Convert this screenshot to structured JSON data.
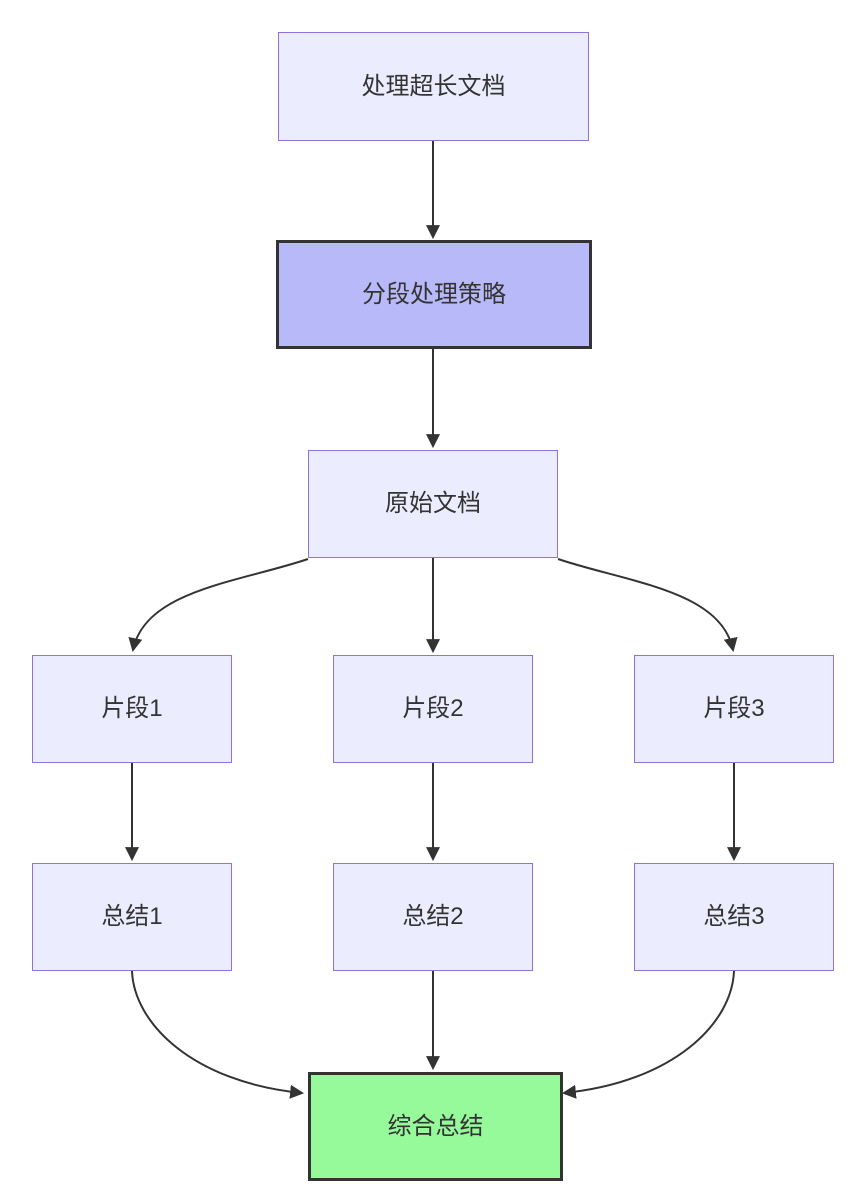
{
  "diagram": {
    "type": "flowchart-top-down",
    "nodes": [
      {
        "id": "start",
        "label": "处理超长文档",
        "variant": "default"
      },
      {
        "id": "strategy",
        "label": "分段处理策略",
        "variant": "purple-highlight"
      },
      {
        "id": "doc",
        "label": "原始文档",
        "variant": "default"
      },
      {
        "id": "frag1",
        "label": "片段1",
        "variant": "default"
      },
      {
        "id": "frag2",
        "label": "片段2",
        "variant": "default"
      },
      {
        "id": "frag3",
        "label": "片段3",
        "variant": "default"
      },
      {
        "id": "sum1",
        "label": "总结1",
        "variant": "default"
      },
      {
        "id": "sum2",
        "label": "总结2",
        "variant": "default"
      },
      {
        "id": "sum3",
        "label": "总结3",
        "variant": "default"
      },
      {
        "id": "final",
        "label": "综合总结",
        "variant": "green-highlight"
      }
    ],
    "edges": [
      {
        "from": "start",
        "to": "strategy"
      },
      {
        "from": "strategy",
        "to": "doc"
      },
      {
        "from": "doc",
        "to": "frag1"
      },
      {
        "from": "doc",
        "to": "frag2"
      },
      {
        "from": "doc",
        "to": "frag3"
      },
      {
        "from": "frag1",
        "to": "sum1"
      },
      {
        "from": "frag2",
        "to": "sum2"
      },
      {
        "from": "frag3",
        "to": "sum3"
      },
      {
        "from": "sum1",
        "to": "final"
      },
      {
        "from": "sum2",
        "to": "final"
      },
      {
        "from": "sum3",
        "to": "final"
      }
    ],
    "colors": {
      "node_fill": "#ececff",
      "node_border": "#9370db",
      "accent_fill": "#b8b9f8",
      "success_fill": "#96fa9b",
      "highlight_border": "#333333",
      "edge_color": "#333333",
      "text_color": "#333333",
      "bg_color": "#ffffff"
    }
  }
}
